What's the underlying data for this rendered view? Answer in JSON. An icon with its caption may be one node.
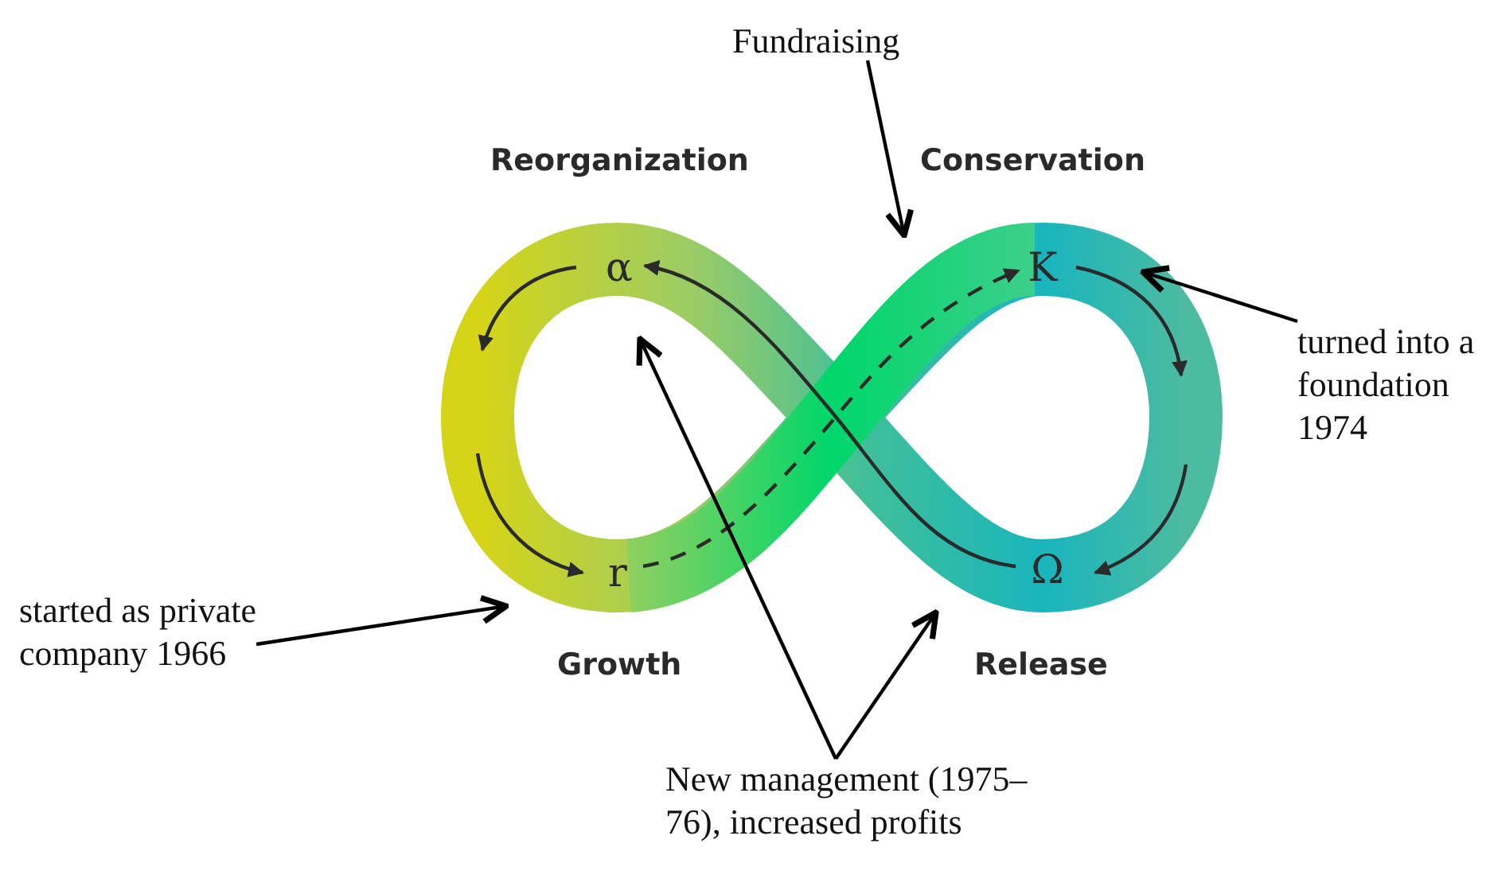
{
  "diagram": {
    "nodes": [
      {
        "text": [
          "Fundraising"
        ]
      },
      {
        "text": [
          "started as private company 1966"
        ]
      },
      {
        "text": [
          "turned into a foundation 1974"
        ]
      },
      {
        "text": [
          "New management (1975–76), increased profits"
        ]
      }
    ],
    "edges": [
      {
        "from": 0,
        "to": null,
        "arrow": "to"
      },
      {
        "from": 1,
        "to": null,
        "arrow": "to"
      },
      {
        "from": 2,
        "to": null,
        "arrow": "to"
      },
      {
        "from": 3,
        "to": null,
        "arrow": "to"
      },
      {
        "from": 3,
        "to": null,
        "arrow": "to"
      }
    ],
    "labels": [
      "Reorganization",
      "Conservation",
      "α",
      "K",
      "r",
      "Ω",
      "Growth",
      "Release"
    ]
  }
}
